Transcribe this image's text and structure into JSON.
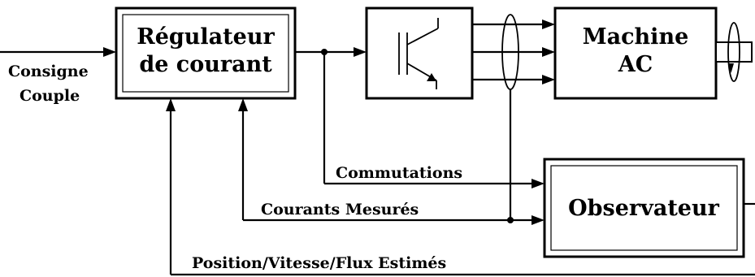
{
  "inputs": {
    "consigne_line1": "Consigne",
    "consigne_line2": "Couple"
  },
  "blocks": {
    "regulateur_line1": "Régulateur",
    "regulateur_line2": "de courant",
    "onduleur_icon": "igbt-transistor-icon",
    "machine_line1": "Machine",
    "machine_line2": "AC",
    "observateur": "Observateur"
  },
  "signals": {
    "commutations": "Commutations",
    "courants_mesures": "Courants Mesurés",
    "estimations": "Position/Vitesse/Flux Estimés"
  }
}
